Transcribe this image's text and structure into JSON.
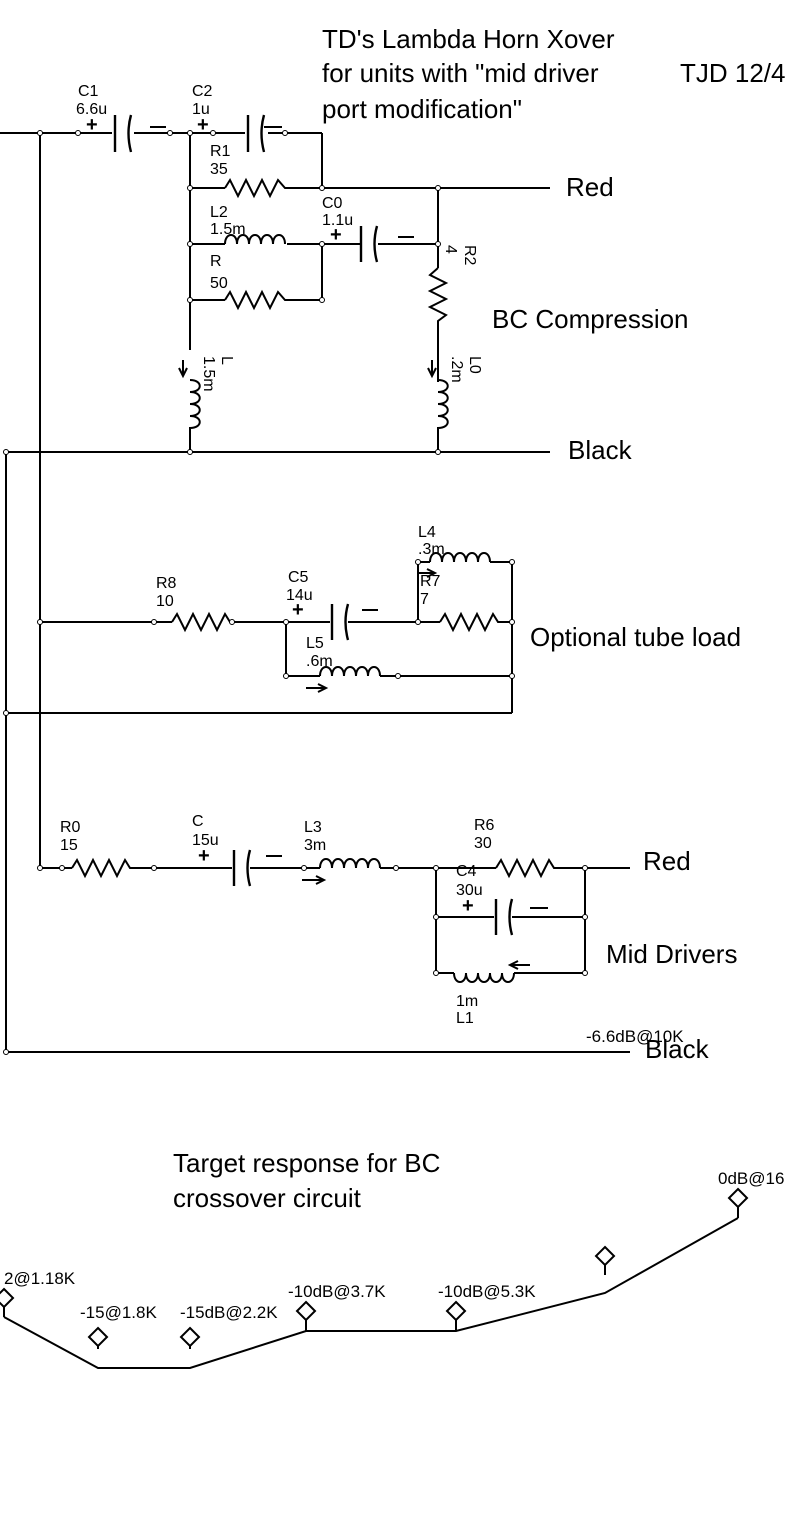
{
  "title": {
    "line1": "TD's Lambda Horn Xover",
    "line2": "for units with \"mid driver",
    "line2b": "TJD 12/4",
    "line3": "port modification\""
  },
  "labels": {
    "red_top": "Red",
    "black_top": "Black",
    "bc_compression": "BC Compression",
    "optional_tube_load": "Optional tube load",
    "red_mid": "Red",
    "mid_drivers": "Mid Drivers",
    "black_mid": "Black"
  },
  "components": {
    "C1": {
      "name": "C1",
      "value": "6.6u"
    },
    "C2": {
      "name": "C2",
      "value": "1u"
    },
    "R1": {
      "name": "R1",
      "value": "35"
    },
    "C0": {
      "name": "C0",
      "value": "1.1u"
    },
    "L2": {
      "name": "L2",
      "value": "1.5m"
    },
    "R": {
      "name": "R",
      "value": "50"
    },
    "R2": {
      "name": "R2",
      "value": "4"
    },
    "L": {
      "name": "L",
      "value": "1.5m"
    },
    "L0": {
      "name": "L0",
      "value": ".2m"
    },
    "L4": {
      "name": "L4",
      "value": ".3m"
    },
    "R8": {
      "name": "R8",
      "value": "10"
    },
    "C5": {
      "name": "C5",
      "value": "14u"
    },
    "R7": {
      "name": "R7",
      "value": "7"
    },
    "L5": {
      "name": "L5",
      "value": ".6m"
    },
    "R0": {
      "name": "R0",
      "value": "15"
    },
    "C": {
      "name": "C",
      "value": "15u"
    },
    "L3": {
      "name": "L3",
      "value": "3m"
    },
    "R6": {
      "name": "R6",
      "value": "30"
    },
    "C4": {
      "name": "C4",
      "value": "30u"
    },
    "L1": {
      "name": "L1",
      "value": "1m"
    }
  },
  "target": {
    "title_line1": "Target response for BC",
    "title_line2": "crossover circuit",
    "points": [
      {
        "label": "2@1.18K"
      },
      {
        "label": "-15@1.8K"
      },
      {
        "label": "-15dB@2.2K"
      },
      {
        "label": "-10dB@3.7K"
      },
      {
        "label": "-10dB@5.3K"
      },
      {
        "label": "-6.6dB@10K"
      },
      {
        "label": "0dB@16"
      }
    ]
  }
}
